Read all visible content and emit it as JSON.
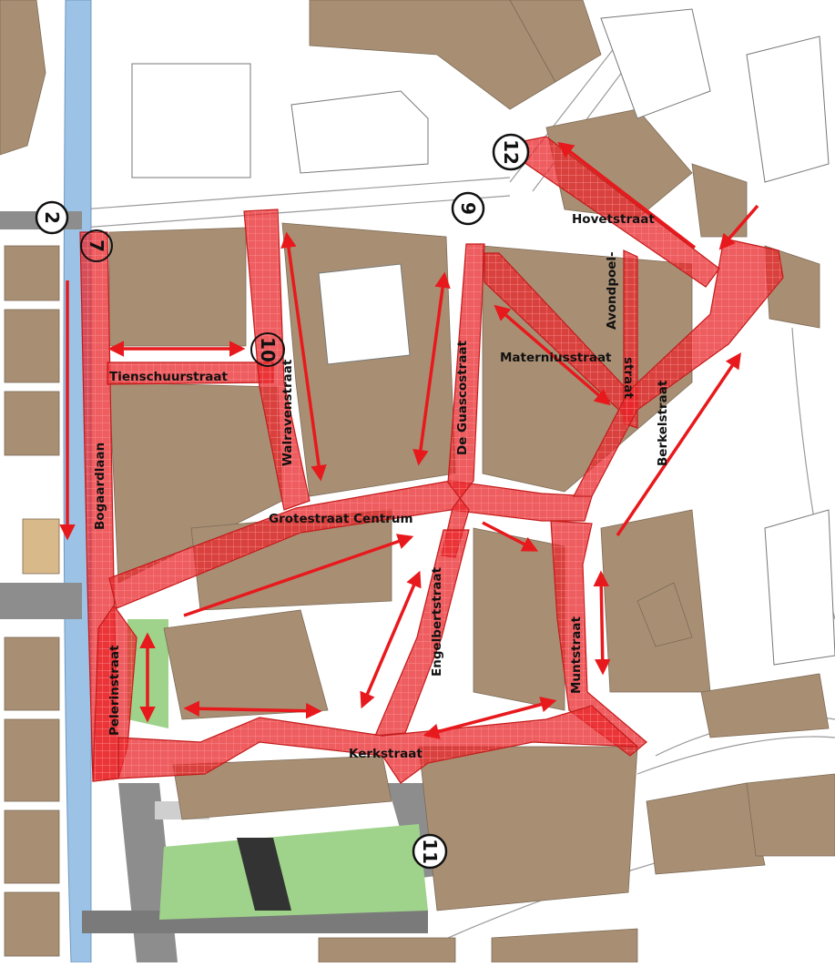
{
  "streets": {
    "tienschuurstraat": "Tienschuurstraat",
    "walravenstraat": "Walravenstraat",
    "bogaardlaan": "Bogaardlaan",
    "grotestraat": "Grotestraat Centrum",
    "de_guascostraat": "De Guascostraat",
    "hovetstraat": "Hovetstraat",
    "avondpoel_1": "Avondpoel-",
    "avondpoel_2": "straat",
    "materniusstraat": "Materniusstraat",
    "berkelstraat": "Berkelstraat",
    "engelbertstraat": "Engelbertstraat",
    "muntstraat": "Muntstraat",
    "pelerinstraat": "Pelerinstraat",
    "kerkstraat": "Kerkstraat"
  },
  "markers": {
    "m2": "2",
    "m7": "7",
    "m9": "9",
    "m10": "10",
    "m11": "11",
    "m12": "12"
  },
  "colors": {
    "building": "#a88f74",
    "zone_fill": "#e8262a",
    "zone_grid": "#ff8c8c",
    "arrow": "#e8191c",
    "water": "#9cc3e6",
    "road": "#8d8d8d",
    "park": "#9fd38b"
  }
}
